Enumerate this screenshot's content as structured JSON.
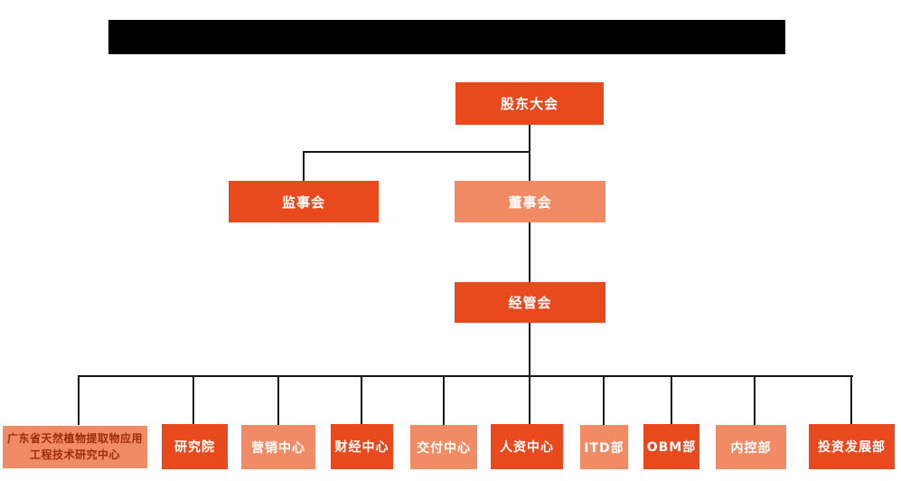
{
  "page": {
    "background": "#ffffff",
    "redaction_bar": {
      "present": true,
      "color": "#000000"
    }
  },
  "colors": {
    "node_solid_orange": "#E94A1D",
    "node_light_salmon": "#F08B66",
    "node_text_white": "#FFFFFF",
    "long_node_text_dark_red": "#9E2D0B",
    "connector_line": "#151515"
  },
  "org_chart": {
    "nodes": {
      "shareholders": {
        "label": "股东大会",
        "variant": "solid"
      },
      "supervisory": {
        "label": "监事会",
        "variant": "solid"
      },
      "board": {
        "label": "董事会",
        "variant": "light"
      },
      "management": {
        "label": "经管会",
        "variant": "solid"
      },
      "dept_research_center": {
        "label": "广东省天然植物提取物应用工程技术研究中心",
        "variant": "light"
      },
      "dept_institute": {
        "label": "研究院",
        "variant": "solid"
      },
      "dept_marketing": {
        "label": "营销中心",
        "variant": "light"
      },
      "dept_finance": {
        "label": "财经中心",
        "variant": "solid"
      },
      "dept_delivery": {
        "label": "交付中心",
        "variant": "light"
      },
      "dept_hr": {
        "label": "人资中心",
        "variant": "solid"
      },
      "dept_itd": {
        "label": "ITD部",
        "variant": "light"
      },
      "dept_obm": {
        "label": "OBM部",
        "variant": "solid"
      },
      "dept_internal_control": {
        "label": "内控部",
        "variant": "light"
      },
      "dept_investment": {
        "label": "投资发展部",
        "variant": "solid"
      }
    },
    "edges": [
      {
        "from": "股东大会",
        "to": "监事会"
      },
      {
        "from": "股东大会",
        "to": "董事会"
      },
      {
        "from": "董事会",
        "to": "经管会"
      },
      {
        "from": "经管会",
        "to": "广东省天然植物提取物应用工程技术研究中心"
      },
      {
        "from": "经管会",
        "to": "研究院"
      },
      {
        "from": "经管会",
        "to": "营销中心"
      },
      {
        "from": "经管会",
        "to": "财经中心"
      },
      {
        "from": "经管会",
        "to": "交付中心"
      },
      {
        "from": "经管会",
        "to": "人资中心"
      },
      {
        "from": "经管会",
        "to": "ITD部"
      },
      {
        "from": "经管会",
        "to": "OBM部"
      },
      {
        "from": "经管会",
        "to": "内控部"
      },
      {
        "from": "经管会",
        "to": "投资发展部"
      }
    ]
  }
}
